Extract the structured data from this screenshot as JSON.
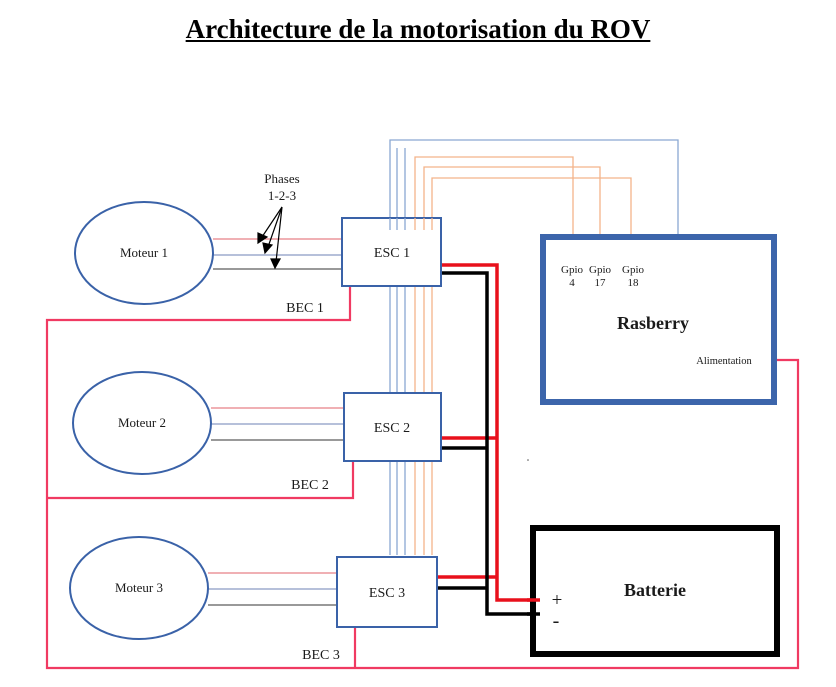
{
  "title": "Architecture de la motorisation du ROV",
  "phases_label": {
    "line1": "Phases",
    "line2": "1-2-3"
  },
  "motors": [
    "Moteur 1",
    "Moteur 2",
    "Moteur 3"
  ],
  "escs": [
    "ESC 1",
    "ESC 2",
    "ESC 3"
  ],
  "becs": [
    "BEC 1",
    "BEC 2",
    "BEC 3"
  ],
  "rasberry": {
    "name": "Rasberry",
    "gpio": [
      {
        "label": "Gpio",
        "pin": "4"
      },
      {
        "label": "Gpio",
        "pin": "17"
      },
      {
        "label": "Gpio",
        "pin": "18"
      }
    ],
    "power_label": "Alimentation"
  },
  "battery": {
    "name": "Batterie",
    "plus": "+",
    "minus": "-"
  },
  "colors": {
    "blue_box": "#3a62a8",
    "rasberry_border": "#3c65ab",
    "red_wire": "#e8101c",
    "bec_wire": "#f03a62",
    "signal_wire": "#f3b38a",
    "ground_wire": "#8aa8d2",
    "black_wire": "#000000"
  }
}
